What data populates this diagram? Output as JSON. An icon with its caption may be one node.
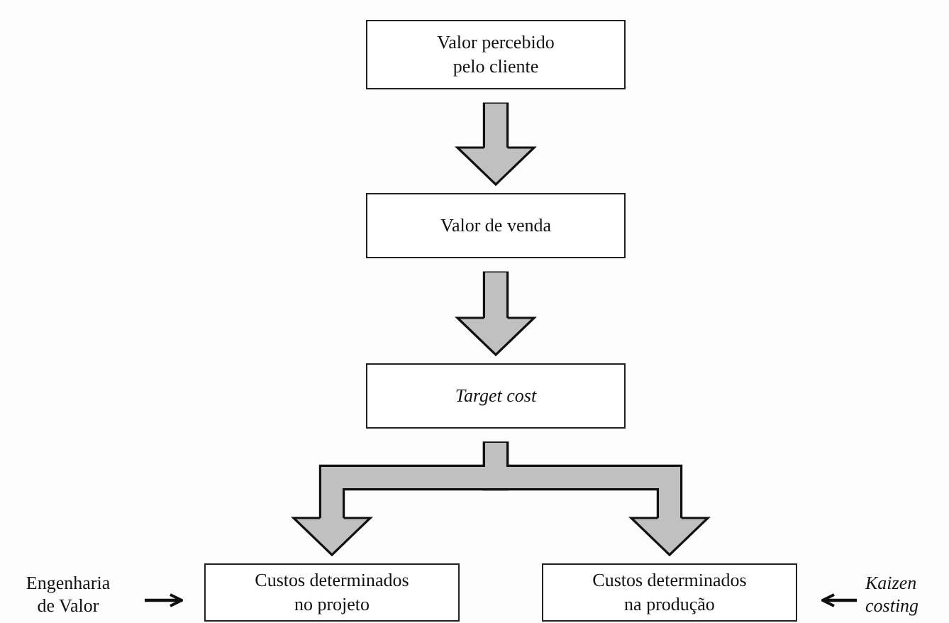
{
  "diagram": {
    "nodes": [
      {
        "text": [
          "Valor percebido pelo cliente"
        ]
      },
      {
        "text": [
          "Valor de venda"
        ]
      },
      {
        "text": [
          "Target cost"
        ]
      },
      {
        "text": [
          "Engenharia de Valor"
        ]
      },
      {
        "text": [
          "Custos determinados no projeto"
        ]
      },
      {
        "text": [
          "Custos determinados na produção"
        ]
      },
      {
        "text": [
          "Kaizen costing"
        ]
      }
    ],
    "edges": [
      {
        "from": 0,
        "to": 1,
        "arrow": "to"
      },
      {
        "from": 1,
        "to": 2,
        "arrow": "to"
      },
      {
        "from": 2,
        "to": 4,
        "arrow": "to"
      },
      {
        "from": 2,
        "to": 5,
        "arrow": "to"
      },
      {
        "from": 3,
        "to": 4,
        "arrow": "to",
        "color": "#111111"
      },
      {
        "from": 6,
        "to": 5,
        "arrow": "to",
        "color": "#111111"
      }
    ]
  }
}
